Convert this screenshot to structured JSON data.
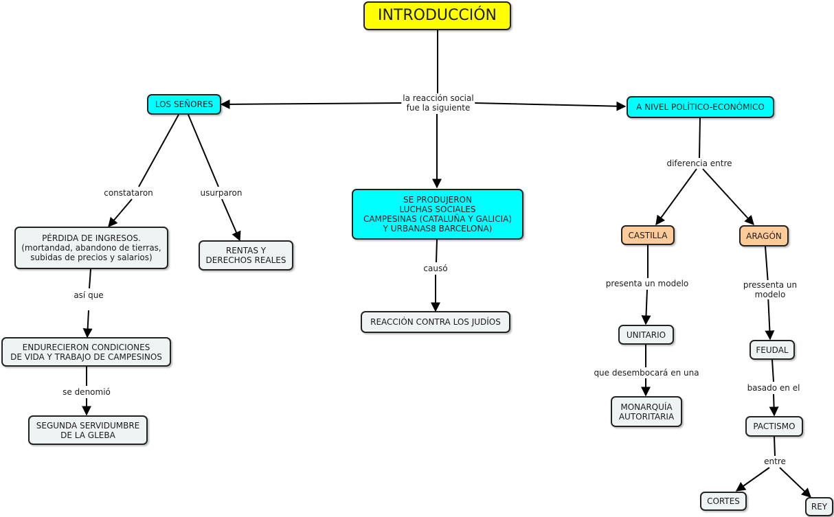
{
  "colors": {
    "root": "#ffff00",
    "primary": "#00ffff",
    "secondary": "#ffcc99",
    "leaf": "#eef3f4",
    "line": "#000000"
  },
  "nodes": {
    "introduccion": "INTRODUCCIÓN",
    "los_senores": "LOS SEÑORES",
    "nivel_politico": "A NIVEL POLÍTICO-ECONÓMICO",
    "luchas": "SE PRODUJERON\nLUCHAS SOCIALES\nCAMPESINAS (CATALUÑA Y GALICIA)\nY URBANAS8 BARCELONA)",
    "perdida": "PÉRDIDA DE INGRESOS.\n(mortandad, abandono de tierras,\nsubidas de precios y salarios)",
    "rentas": "RENTAS Y\nDERECHOS REALES",
    "reaccion_judios": "REACCIÓN CONTRA LOS JUDÍOS",
    "endurecieron": "ENDURECIERON CONDICIONES\nDE VIDA Y TRABAJO DE CAMPESINOS",
    "segunda_servidumbre": "SEGUNDA SERVIDUMBRE\nDE LA GLEBA",
    "castilla": "CASTILLA",
    "aragon": "ARAGÓN",
    "unitario": "UNITARIO",
    "monarquia": "MONARQUÍA\nAUTORITARIA",
    "feudal": "FEUDAL",
    "pactismo": "PACTISMO",
    "cortes": "CORTES",
    "rey": "REY"
  },
  "links": {
    "reaccion_social": "la reacción social\nfue la siguiente",
    "constataron": "constataron",
    "usurparon": "usurparon",
    "causo": "causó",
    "asi_que": "así que",
    "se_denomio": "se denomió",
    "diferencia_entre": "diferencia entre",
    "presenta_modelo": "presenta un modelo",
    "pressenta_modelo": "pressenta un modelo",
    "desembocara": "que desembocará en una",
    "basado_en": "basado en el",
    "entre": "entre"
  }
}
